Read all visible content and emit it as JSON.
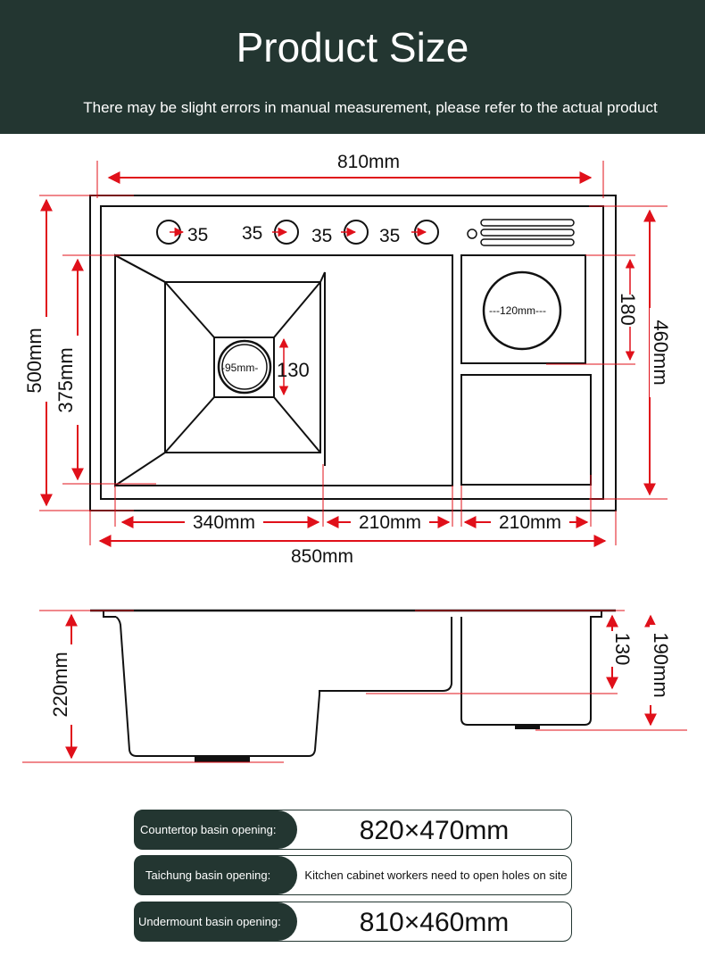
{
  "header": {
    "title": "Product Size",
    "subtitle": "There may be slight errors in manual measurement, please refer to the actual product"
  },
  "top_view": {
    "width_top": "810mm",
    "width_bottom": "850mm",
    "height_outer": "500mm",
    "height_inner": "375mm",
    "height_right": "460mm",
    "hole_labels": [
      "35",
      "35",
      "35",
      "35"
    ],
    "drain_label": "-95mm-",
    "drain_depth": "130",
    "cup_label": "---120mm---",
    "cup_height": "180",
    "seg_1": "340mm",
    "seg_2": "210mm",
    "seg_3": "210mm"
  },
  "side_view": {
    "left_height": "220mm",
    "right_inner": "130",
    "right_outer": "190mm"
  },
  "specs": [
    {
      "label": "Countertop basin opening:",
      "value": "820×470mm"
    },
    {
      "label": "Taichung basin opening:",
      "value": "Kitchen cabinet workers need to open holes on site"
    },
    {
      "label": "Undermount basin opening:",
      "value": "810×460mm"
    }
  ],
  "colors": {
    "header": "#233631",
    "dimension": "#e0101a",
    "outline": "#111111"
  }
}
